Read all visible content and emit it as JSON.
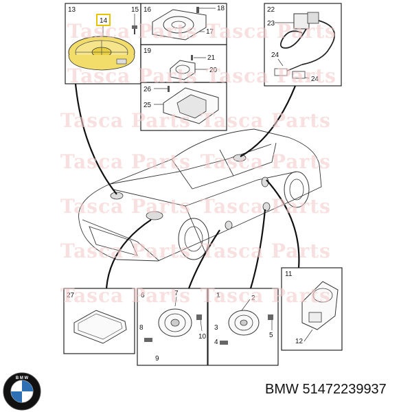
{
  "watermark": "Tasca Parts",
  "caption": {
    "brand": "BMW",
    "part_number": "51472239937"
  },
  "logo": {
    "name": "bmw-roundel",
    "letters": "BMW"
  },
  "highlight_color": "#e6c200",
  "callouts": {
    "n1": "1",
    "n2": "2",
    "n3": "3",
    "n4": "4",
    "n5": "5",
    "n6": "6",
    "n7": "7",
    "n8": "8",
    "n9": "9",
    "n10": "10",
    "n11": "11",
    "n12": "12",
    "n13": "13",
    "n14": "14",
    "n15": "15",
    "n16": "16",
    "n17": "17",
    "n18": "18",
    "n19": "19",
    "n20": "20",
    "n21": "21",
    "n22": "22",
    "n23": "23",
    "n24a": "24",
    "n24b": "24",
    "n25": "25",
    "n26": "26",
    "n27": "27"
  }
}
